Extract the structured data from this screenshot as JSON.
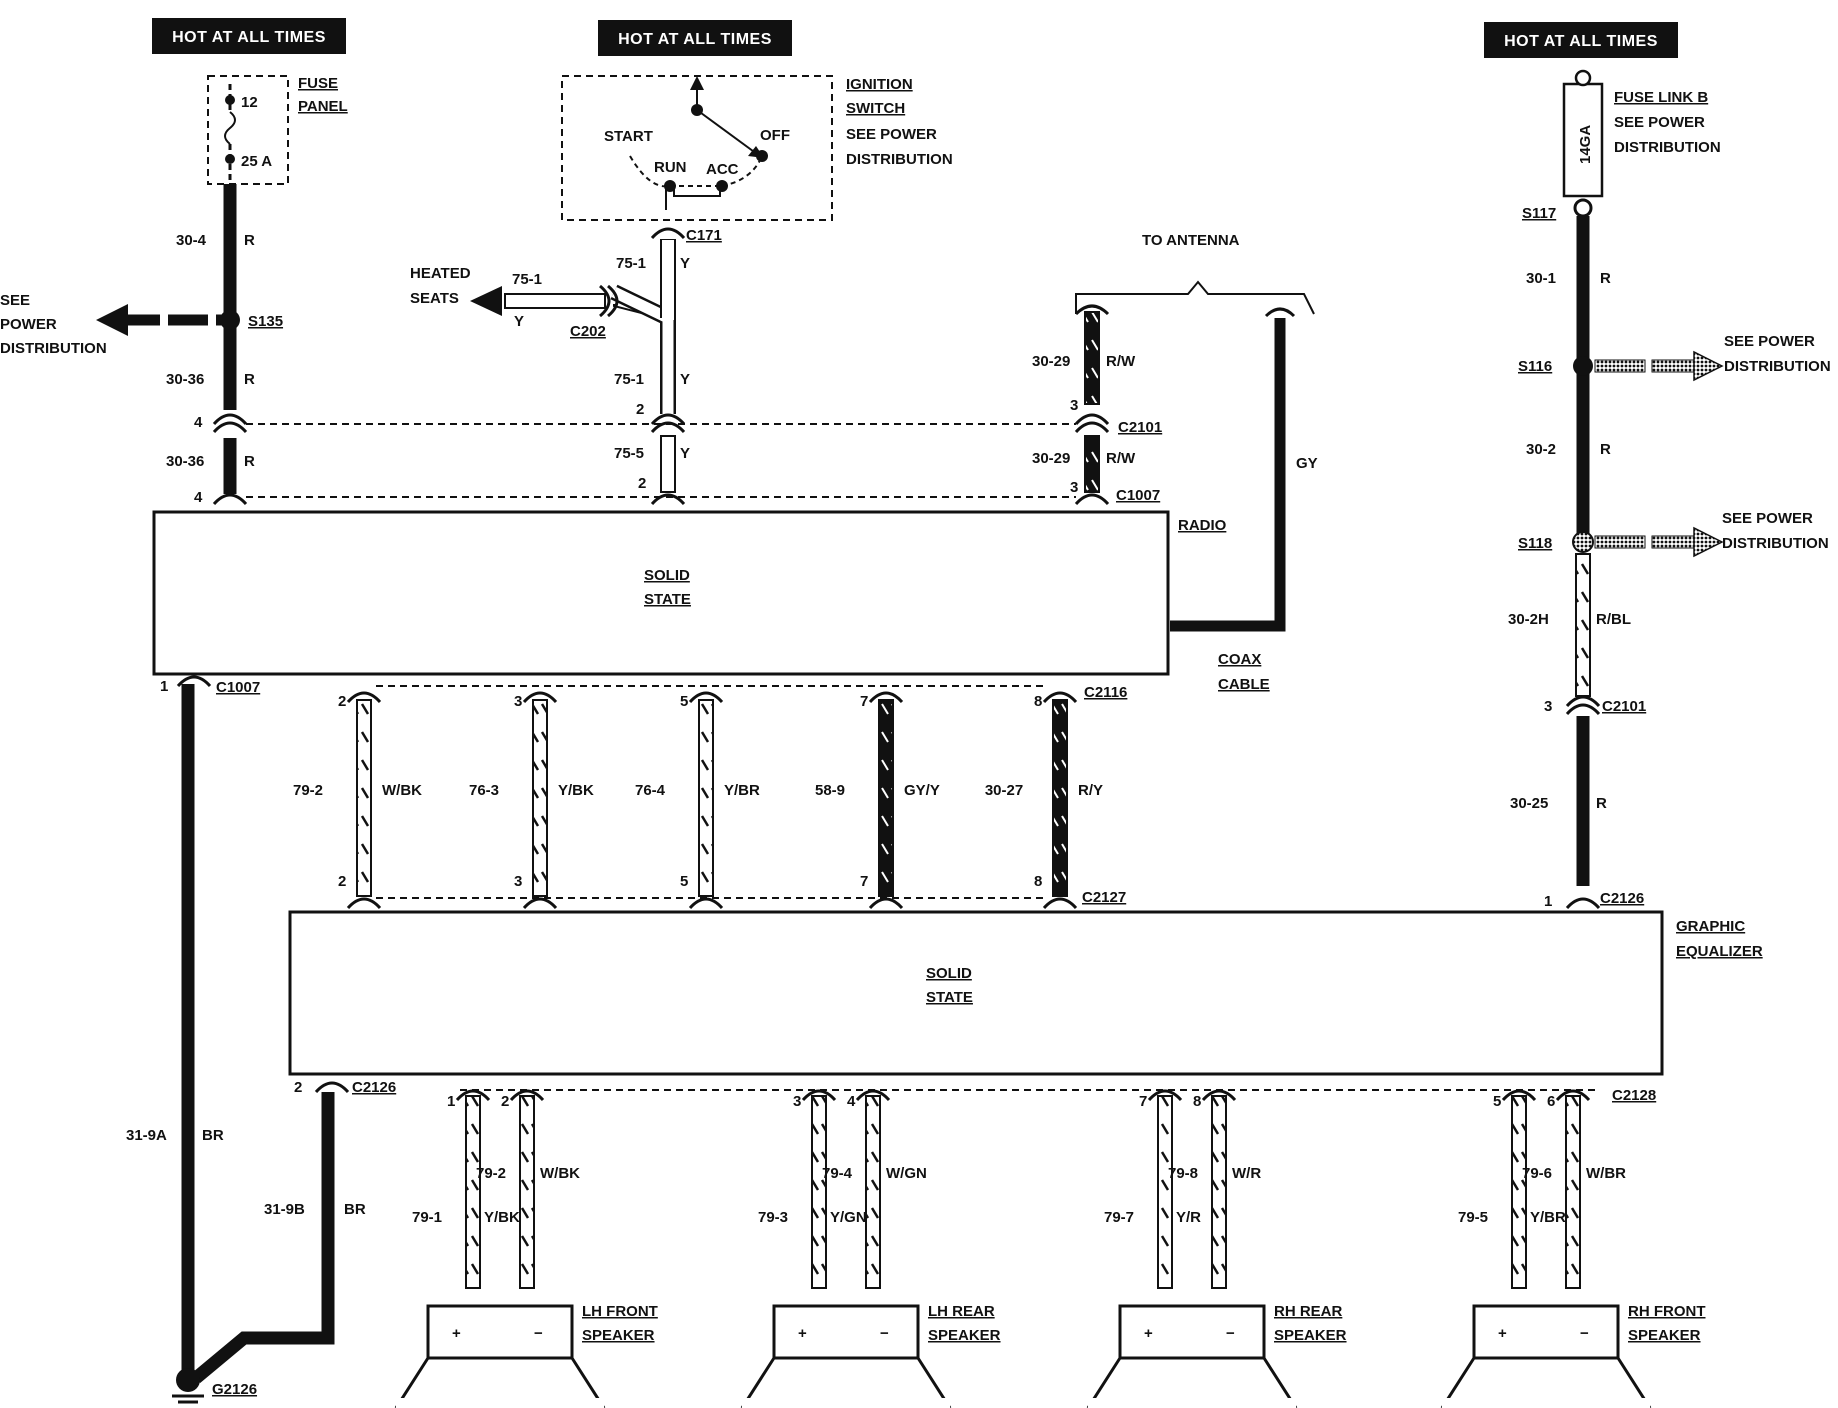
{
  "hot_labels": {
    "left": "HOT AT ALL TIMES",
    "middle": "HOT AT ALL TIMES",
    "right": "HOT AT ALL TIMES"
  },
  "fuse_panel": {
    "title_line1": "FUSE",
    "title_line2": "PANEL",
    "fuse_number": "12",
    "rating": "25 A"
  },
  "ignition_switch": {
    "title_line1": "IGNITION",
    "title_line2": "SWITCH",
    "title_line3": "SEE POWER",
    "title_line4": "DISTRIBUTION",
    "start": "START",
    "off": "OFF",
    "run": "RUN",
    "acc": "ACC",
    "connector": "C171"
  },
  "fuse_link": {
    "title_line1": "FUSE LINK B",
    "title_line2": "SEE POWER",
    "title_line3": "DISTRIBUTION",
    "gauge": "14GA"
  },
  "left_circuit": {
    "w1_num": "30-4",
    "w1_color": "R",
    "splice": "S135",
    "see_line1": "SEE",
    "see_line2": "POWER",
    "see_line3": "DISTRIBUTION",
    "w2_num": "30-36",
    "w2_color": "R",
    "pin_c2101": "4",
    "w3_num": "30-36",
    "w3_color": "R",
    "pin_c1007": "4"
  },
  "mid_circuit": {
    "w1_num": "75-1",
    "w1_color": "Y",
    "heated_line1": "HEATED",
    "heated_line2": "SEATS",
    "heated_wire": "75-1",
    "heated_color": "Y",
    "connector": "C202",
    "w2_num": "75-1",
    "w2_color": "Y",
    "pin_c2101": "2",
    "w3_num": "75-5",
    "w3_color": "Y",
    "pin_c1007": "2"
  },
  "antenna": {
    "label": "TO ANTENNA",
    "w1_num": "30-29",
    "w1_color": "R/W",
    "pin_c2101": "3",
    "connector_c2101": "C2101",
    "w2_num": "30-29",
    "w2_color": "R/W",
    "pin_c1007": "3",
    "connector_c1007": "C1007",
    "coax_color": "GY",
    "coax_line1": "COAX",
    "coax_line2": "CABLE"
  },
  "radio": {
    "label": "RADIO",
    "inner_line1": "SOLID",
    "inner_line2": "STATE",
    "pin1": "1",
    "connector": "C1007"
  },
  "radio_eq_wires": {
    "connector_top": "C2116",
    "connector_bottom": "C2127",
    "wires": [
      {
        "pin": "2",
        "num": "79-2",
        "color": "W/BK"
      },
      {
        "pin": "3",
        "num": "76-3",
        "color": "Y/BK"
      },
      {
        "pin": "5",
        "num": "76-4",
        "color": "Y/BR"
      },
      {
        "pin": "7",
        "num": "58-9",
        "color": "GY/Y"
      },
      {
        "pin": "8",
        "num": "30-27",
        "color": "R/Y"
      }
    ]
  },
  "right_circuit": {
    "splice_s117": "S117",
    "w1_num": "30-1",
    "w1_color": "R",
    "splice_s116": "S116",
    "see1_line1": "SEE POWER",
    "see1_line2": "DISTRIBUTION",
    "w2_num": "30-2",
    "w2_color": "R",
    "splice_s118": "S118",
    "see2_line1": "SEE POWER",
    "see2_line2": "DISTRIBUTION",
    "w3_num": "30-2H",
    "w3_color": "R/BL",
    "pin_c2101": "3",
    "connector_c2101": "C2101",
    "w4_num": "30-25",
    "w4_color": "R",
    "pin_c2126": "1",
    "connector_c2126": "C2126"
  },
  "equalizer": {
    "label_line1": "GRAPHIC",
    "label_line2": "EQUALIZER",
    "inner_line1": "SOLID",
    "inner_line2": "STATE",
    "pin2": "2",
    "connector_c2126": "C2126",
    "connector_c2128": "C2128"
  },
  "ground": {
    "w1_num": "31-9A",
    "w1_color": "BR",
    "w2_num": "31-9B",
    "w2_color": "BR",
    "ground_id": "G2126"
  },
  "speakers": [
    {
      "line1": "LH FRONT",
      "line2": "SPEAKER",
      "pin_a": "1",
      "pin_b": "2",
      "num_a": "79-1",
      "color_a": "Y/BK",
      "num_b": "79-2",
      "color_b": "W/BK",
      "plus": "+",
      "minus": "−"
    },
    {
      "line1": "LH REAR",
      "line2": "SPEAKER",
      "pin_a": "3",
      "pin_b": "4",
      "num_a": "79-3",
      "color_a": "Y/GN",
      "num_b": "79-4",
      "color_b": "W/GN",
      "plus": "+",
      "minus": "−"
    },
    {
      "line1": "RH REAR",
      "line2": "SPEAKER",
      "pin_a": "7",
      "pin_b": "8",
      "num_a": "79-7",
      "color_a": "Y/R",
      "num_b": "79-8",
      "color_b": "W/R",
      "plus": "+",
      "minus": "−"
    },
    {
      "line1": "RH FRONT",
      "line2": "SPEAKER",
      "pin_a": "5",
      "pin_b": "6",
      "num_a": "79-5",
      "color_a": "Y/BR",
      "num_b": "79-6",
      "color_b": "W/BR",
      "plus": "+",
      "minus": "−"
    }
  ]
}
